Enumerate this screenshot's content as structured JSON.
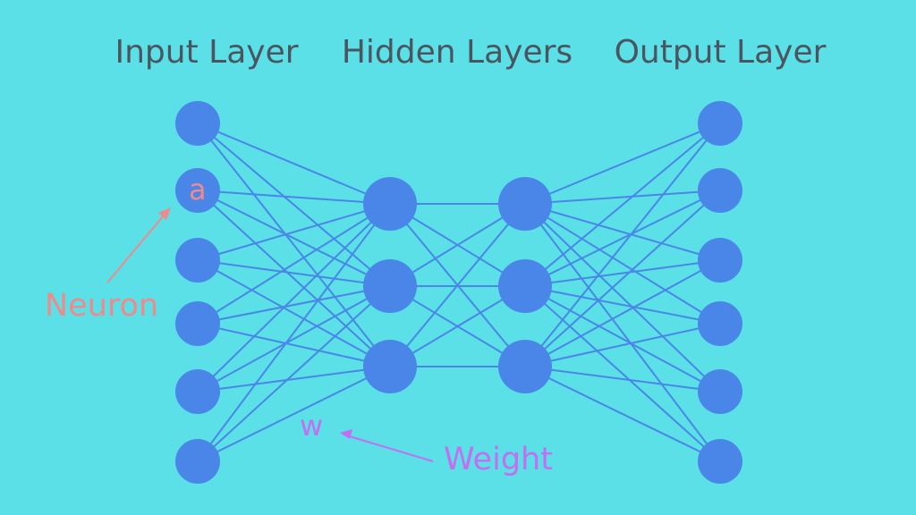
{
  "background_color": "#5ae0e6",
  "colors": {
    "title_text": "#4a5560",
    "node_fill": "#4a86e8",
    "connection_stroke": "#4a86e8",
    "neuron_annotation": "#f08a8a",
    "weight_annotation": "#c46ef0"
  },
  "layers": [
    {
      "title": "Input Layer",
      "node_count": 6
    },
    {
      "title": "Hidden Layers",
      "node_count": 3
    },
    {
      "title": "",
      "node_count": 3
    },
    {
      "title": "Output Layer",
      "node_count": 6
    }
  ],
  "connections": "fully-connected between adjacent layers",
  "annotations": {
    "neuron": {
      "label": "Neuron",
      "symbol": "a"
    },
    "weight": {
      "label": "Weight",
      "symbol": "w"
    }
  }
}
